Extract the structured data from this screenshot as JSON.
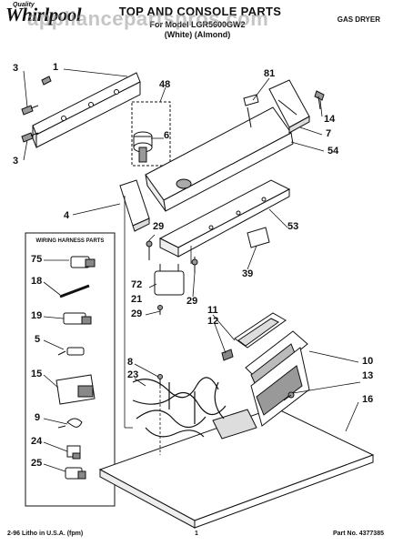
{
  "header": {
    "brand_top": "Quality",
    "brand": "Whirlpool",
    "title": "TOP AND CONSOLE PARTS",
    "subtitle_line1": "For Model LGR5600GW2",
    "subtitle_line2": "(White)    (Almond)",
    "dryer_type": "GAS DRYER",
    "watermark": "appliancepartspros.com"
  },
  "inset": {
    "title": "WIRING HARNESS PARTS",
    "callouts": [
      "75",
      "18",
      "19",
      "5",
      "15",
      "9",
      "24",
      "25"
    ]
  },
  "callouts": {
    "c3a": "3",
    "c1": "1",
    "c3b": "3",
    "c48": "48",
    "c6": "6",
    "c81": "81",
    "c14": "14",
    "c7": "7",
    "c54": "54",
    "c4": "4",
    "c29a": "29",
    "c53": "53",
    "c72": "72",
    "c21": "21",
    "c29b": "29",
    "c39": "39",
    "c29c": "29",
    "c11": "11",
    "c12": "12",
    "c10": "10",
    "c8": "8",
    "c23": "23",
    "c13": "13",
    "c16": "16"
  },
  "footer": {
    "left": "2-96 Litho in U.S.A. (fpm)",
    "page": "1",
    "part_no": "Part No. 4377385"
  },
  "colors": {
    "ink": "#111111",
    "fill": "#ffffff"
  }
}
